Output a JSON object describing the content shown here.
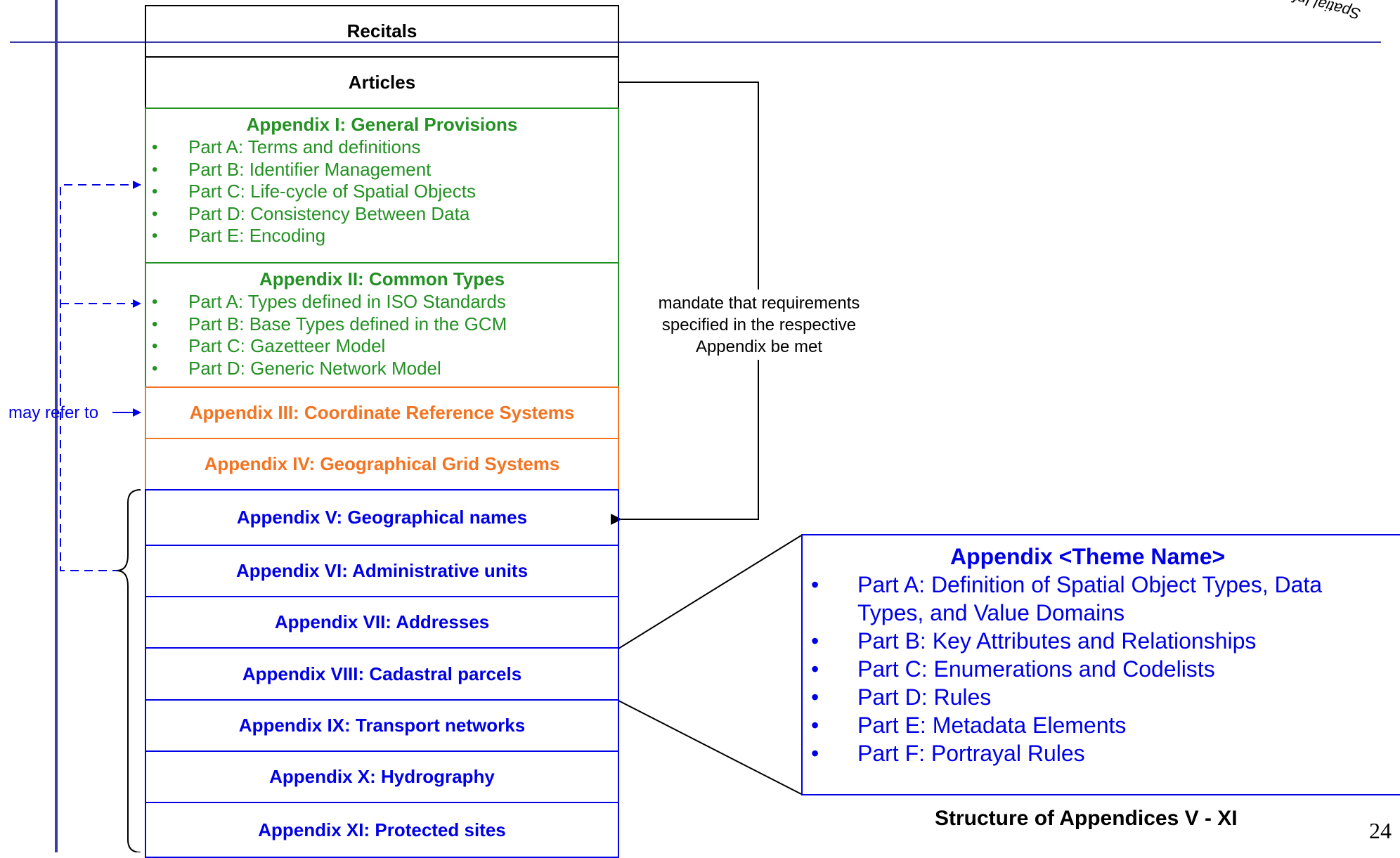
{
  "logo_fragment": "Spatial Infor",
  "boxes": {
    "recitals": "Recitals",
    "articles": "Articles",
    "appendix1": {
      "title": "Appendix I: General Provisions",
      "items": [
        "Part A: Terms and definitions",
        "Part B: Identifier Management",
        "Part C: Life-cycle of Spatial Objects",
        "Part D: Consistency Between Data",
        "Part E: Encoding"
      ]
    },
    "appendix2": {
      "title": "Appendix II: Common Types",
      "items": [
        "Part A: Types defined in ISO Standards",
        "Part B: Base Types defined in the  GCM",
        "Part C: Gazetteer Model",
        "Part D: Generic Network Model"
      ]
    },
    "appendix3": "Appendix III: Coordinate Reference Systems",
    "appendix4": "Appendix IV: Geographical Grid Systems",
    "appendix5": "Appendix V: Geographical names",
    "appendix6": "Appendix VI: Administrative units",
    "appendix7": "Appendix VII: Addresses",
    "appendix8": "Appendix VIII: Cadastral parcels",
    "appendix9": "Appendix IX: Transport networks",
    "appendix10": "Appendix X: Hydrography",
    "appendix11": "Appendix XI: Protected sites"
  },
  "bullet": "•",
  "mandate_note": [
    "mandate that requirements",
    "specified in the respective",
    "Appendix be met"
  ],
  "may_refer_to": "may refer to",
  "theme_box": {
    "title": "Appendix <Theme Name>",
    "items": [
      "Part A: Definition of Spatial Object Types, Data Types, and Value Domains",
      "Part B: Key Attributes and Relationships",
      "Part C: Enumerations and Codelists",
      "Part D: Rules",
      "Part E: Metadata Elements",
      "Part F: Portrayal Rules"
    ]
  },
  "caption": "Structure of Appendices V - XI",
  "page_number": "24",
  "colors": {
    "black": "#000000",
    "green": "#239123",
    "orange": "#f47321",
    "blue": "#0000e6",
    "rule_blue": "#3a3aa8"
  }
}
